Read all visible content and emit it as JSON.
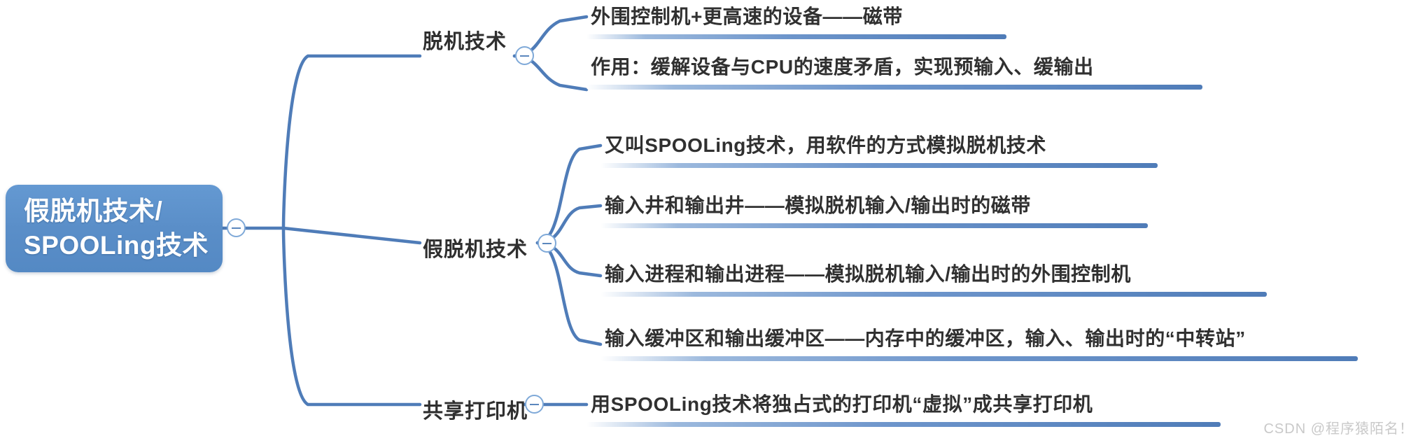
{
  "diagram": {
    "type": "mind-map",
    "colors": {
      "root_fill": "#5a8ec8",
      "root_text": "#ffffff",
      "connector": "#4f7cb8",
      "leaf_rule_start": "#9cb9dd",
      "leaf_rule_end": "#4f7cb8",
      "toggle_border": "#7fa9d8",
      "body_text": "#303030",
      "background": "#ffffff"
    },
    "root": {
      "line1": "假脱机技术/",
      "line2": "SPOOLing技术",
      "toggle_label": "−"
    },
    "branches": [
      {
        "label": "脱机技术",
        "toggle_label": "−",
        "leaves": [
          {
            "text": "外围控制机+更高速的设备——磁带"
          },
          {
            "text": "作用：缓解设备与CPU的速度矛盾，实现预输入、缓输出"
          }
        ]
      },
      {
        "label": "假脱机技术",
        "toggle_label": "−",
        "leaves": [
          {
            "text": "又叫SPOOLing技术，用软件的方式模拟脱机技术"
          },
          {
            "text": "输入井和输出井——模拟脱机输入/输出时的磁带"
          },
          {
            "text": "输入进程和输出进程——模拟脱机输入/输出时的外围控制机"
          },
          {
            "text": "输入缓冲区和输出缓冲区——内存中的缓冲区，输入、输出时的“中转站”"
          }
        ]
      },
      {
        "label": "共享打印机",
        "toggle_label": "−",
        "leaves": [
          {
            "text": "用SPOOLing技术将独占式的打印机“虚拟”成共享打印机"
          }
        ]
      }
    ]
  },
  "watermark": {
    "text": "CSDN @程序猿陌名！"
  }
}
